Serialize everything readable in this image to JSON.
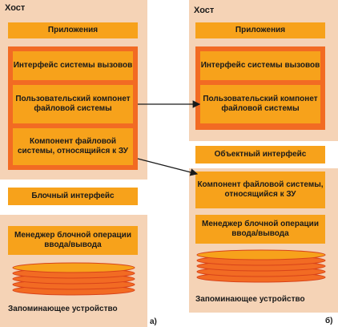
{
  "left": {
    "host_title": "Хост",
    "applications": "Приложения",
    "syscall_interface": "Интерфейс системы вызовов",
    "user_fs_component": "Пользовательский компонет файловой системы",
    "storage_fs_component": "Компонент файловой системы, относящийся к ЗУ",
    "block_interface": "Блочный интерфейс",
    "block_io_manager": "Менеджер блочной операции ввода/вывода",
    "storage_device": "Запоминающее устройство",
    "panel_label": "а)"
  },
  "right": {
    "host_title": "Хост",
    "applications": "Приложения",
    "syscall_interface": "Интерфейс системы вызовов",
    "user_fs_component": "Пользовательский компонет файловой системы",
    "object_interface": "Объектный интерфейс",
    "storage_fs_component": "Компонент файловой системы, относящийся к ЗУ",
    "block_io_manager": "Менеджер блочной операции ввода/вывода",
    "storage_device": "Запоминающее устройство",
    "panel_label": "б)"
  },
  "colors": {
    "panel": "#f5d3b6",
    "box": "#f7a21b",
    "frame": "#f26b23"
  }
}
